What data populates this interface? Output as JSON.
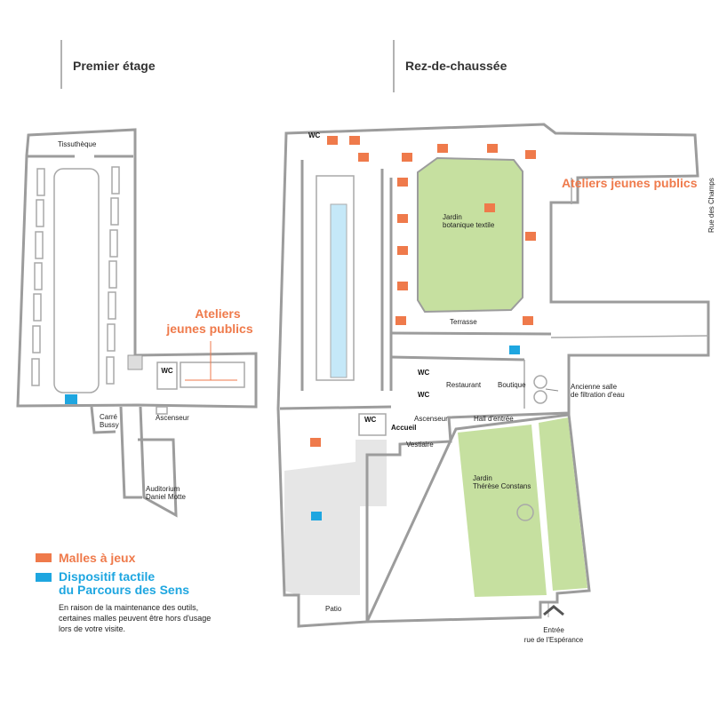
{
  "headers": {
    "first_floor": "Premier étage",
    "ground_floor": "Rez-de-chaussée"
  },
  "colors": {
    "malles": "#ef7a4b",
    "tactile": "#1ea6e0",
    "garden": "#c6e0a0",
    "wall": "#9c9c9c"
  },
  "first_floor": {
    "tissutheque": "Tissuthèque",
    "ateliers_line1": "Ateliers",
    "ateliers_line2": "jeunes publics",
    "wc": "WC",
    "ascenseur": "Ascenseur",
    "carre_line1": "Carré",
    "carre_line2": "Bussy",
    "auditorium_line1": "Auditorium",
    "auditorium_line2": "Daniel Motte"
  },
  "ground_floor": {
    "wc": "WC",
    "ateliers": "Ateliers jeunes publics",
    "rue_champs": "Rue des Champs",
    "jardin_bot_line1": "Jardin",
    "jardin_bot_line2": "botanique textile",
    "terrasse": "Terrasse",
    "restaurant": "Restaurant",
    "boutique": "Boutique",
    "filtration_line1": "Ancienne salle",
    "filtration_line2": "de filtration d'eau",
    "ascenseur": "Ascenseur",
    "hall": "Hall d'entrée",
    "accueil": "Accueil",
    "vestiaire": "Vestiaire",
    "jardin_tc_line1": "Jardin",
    "jardin_tc_line2": "Thérèse Constans",
    "patio": "Patio",
    "entree_line1": "Entrée",
    "entree_line2": "rue de l'Espérance"
  },
  "legend": {
    "malles": "Malles à jeux",
    "tactile_line1": "Dispositif tactile",
    "tactile_line2": "du Parcours des Sens",
    "note_line1": "En raison de la maintenance des outils,",
    "note_line2": "certaines malles peuvent être hors d'usage",
    "note_line3": "lors de votre visite."
  }
}
